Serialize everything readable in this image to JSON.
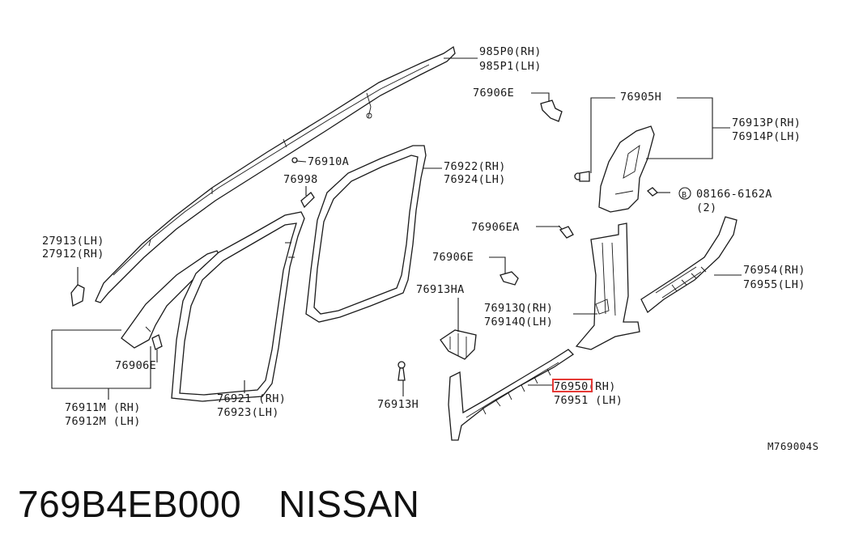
{
  "labels": {
    "l985P0": "985P0(RH)",
    "l985P1": "985P1(LH)",
    "l76906E_top": "76906E",
    "l76905H": "76905H",
    "l76913P": "76913P(RH)",
    "l76914P": "76914P(LH)",
    "l76910A": "76910A",
    "l76998": "76998",
    "l76922": "76922(RH)",
    "l76924": "76924(LH)",
    "l08166": "08166-6162A",
    "l08166_qty": "(2)",
    "l08166_prefix": "B",
    "l27913": "27913(LH)",
    "l27912": "27912(RH)",
    "l76906EA": "76906EA",
    "l76906E_mid": "76906E",
    "l76954": "76954(RH)",
    "l76955": "76955(LH)",
    "l76913HA": "76913HA",
    "l76913Q": "76913Q(RH)",
    "l76914Q": "76914Q(LH)",
    "l76906E_left": "76906E",
    "l76911M": "76911M (RH)",
    "l76912M": "76912M (LH)",
    "l76921": "76921 (RH)",
    "l76923": "76923(LH)",
    "l76913H": "76913H",
    "l76950": "76950(RH)",
    "l76951": "76951 (LH)",
    "code": "M769004S"
  },
  "caption": {
    "part_number": "769B4EB000",
    "brand": "NISSAN"
  },
  "colors": {
    "line": "#1a1a1a",
    "highlight": "#e53935"
  }
}
